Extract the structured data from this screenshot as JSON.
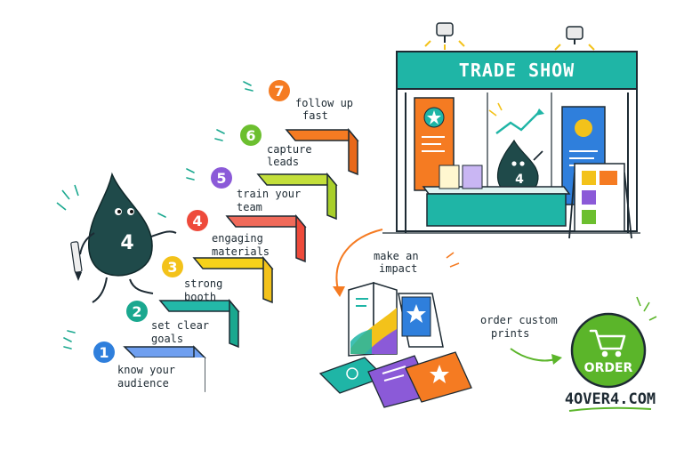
{
  "steps": [
    {
      "number": "1",
      "line1": "know your",
      "line2": "audience",
      "color": "#2f7fdc",
      "stair": "#6f9ff0"
    },
    {
      "number": "2",
      "line1": "set clear",
      "line2": "goals",
      "color": "#1aa88f",
      "stair": "#23b8a8"
    },
    {
      "number": "3",
      "line1": "strong",
      "line2": "booth",
      "color": "#f3c21a",
      "stair": "#f6d21a"
    },
    {
      "number": "4",
      "line1": "engaging",
      "line2": "materials",
      "color": "#ee4a3b",
      "stair": "#f06a5a"
    },
    {
      "number": "5",
      "line1": "train your",
      "line2": "team",
      "color": "#8b5ad8",
      "stair": "#a8cf2a"
    },
    {
      "number": "6",
      "line1": "capture",
      "line2": "leads",
      "color": "#6cbf2f",
      "stair": "#f57b22"
    },
    {
      "number": "7",
      "line1": "follow up",
      "line2": "fast",
      "color": "#f57b22",
      "stair": "#ffffff"
    }
  ],
  "mascot": {
    "label": "4",
    "color": "#1f4a4a"
  },
  "booth": {
    "banner": "TRADE SHOW",
    "mascot_label": "4",
    "banner_color": "#1fb5a6"
  },
  "impact": {
    "label1": "make an",
    "label2": "impact"
  },
  "order": {
    "label1": "order custom",
    "label2": "prints",
    "button": "ORDER",
    "button_color": "#5bb52a",
    "website": "4OVER4.COM"
  }
}
